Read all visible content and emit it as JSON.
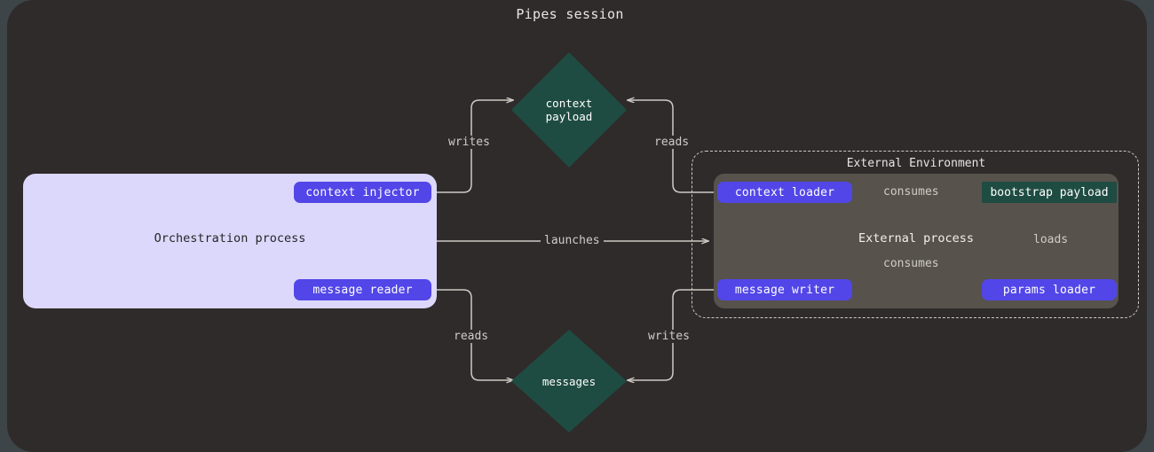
{
  "diagram": {
    "title": "Pipes session",
    "type": "flow-diagram",
    "colors": {
      "background": "#2e2b2a",
      "orchestration_fill": "#dcd8fc",
      "external_process_fill": "#57524c",
      "pill_fill": "#5246e8",
      "asset_teal": "#1f4c42",
      "edge_stroke": "#cfcac4",
      "text_light": "#e8e6e3",
      "text_dark": "#262626"
    }
  },
  "orchestration": {
    "label": "Orchestration process",
    "nodes": [
      {
        "id": "context-injector",
        "label": "context injector",
        "shape": "pill"
      },
      {
        "id": "message-reader",
        "label": "message reader",
        "shape": "pill"
      }
    ]
  },
  "external_environment": {
    "title": "External Environment",
    "process": {
      "label": "External process",
      "nodes": [
        {
          "id": "context-loader",
          "label": "context loader",
          "shape": "pill"
        },
        {
          "id": "message-writer",
          "label": "message writer",
          "shape": "pill"
        },
        {
          "id": "params-loader",
          "label": "params loader",
          "shape": "pill"
        },
        {
          "id": "bootstrap-payload",
          "label": "bootstrap payload",
          "shape": "rect"
        }
      ]
    }
  },
  "assets": [
    {
      "id": "context-payload",
      "label_line1": "context",
      "label_line2": "payload",
      "shape": "diamond"
    },
    {
      "id": "messages",
      "label_line1": "messages",
      "label_line2": "",
      "shape": "diamond"
    }
  ],
  "edges": [
    {
      "id": "writes-top",
      "from": "context-injector",
      "to": "context-payload",
      "label": "writes"
    },
    {
      "id": "reads-top",
      "from": "context-loader",
      "to": "context-payload",
      "label": "reads"
    },
    {
      "id": "launches",
      "from": "orchestration",
      "to": "external-process",
      "label": "launches"
    },
    {
      "id": "reads-bottom",
      "from": "message-reader",
      "to": "messages",
      "label": "reads"
    },
    {
      "id": "writes-bottom",
      "from": "message-writer",
      "to": "messages",
      "label": "writes"
    },
    {
      "id": "consumes-top",
      "from": "context-loader",
      "to": "bootstrap-payload",
      "label": "consumes"
    },
    {
      "id": "consumes-mid",
      "from": "message-writer",
      "to": "bootstrap-payload",
      "label": "consumes"
    },
    {
      "id": "loads",
      "from": "params-loader",
      "to": "bootstrap-payload",
      "label": "loads"
    }
  ]
}
